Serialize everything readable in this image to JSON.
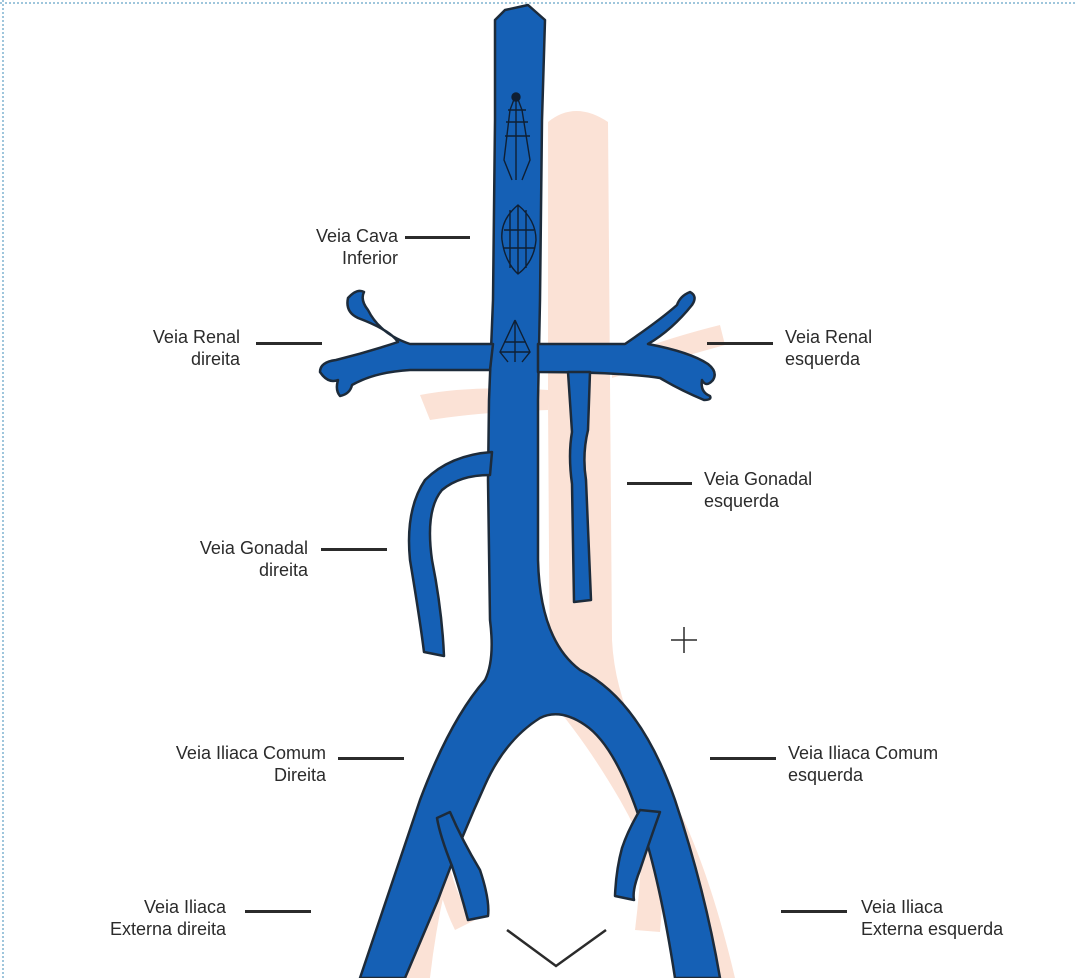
{
  "colors": {
    "vein": "#1560b5",
    "vein_outline": "#1d2b3a",
    "artery": "#fbe2d6",
    "text": "#2b2b2b"
  },
  "labels": {
    "ivc": {
      "line1": "Veia Cava",
      "line2": "Inferior"
    },
    "renal_right": {
      "line1": "Veia Renal",
      "line2": "direita"
    },
    "renal_left": {
      "line1": "Veia Renal",
      "line2": "esquerda"
    },
    "gonadal_left": {
      "line1": "Veia Gonadal",
      "line2": "esquerda"
    },
    "gonadal_right": {
      "line1": "Veia Gonadal",
      "line2": "direita"
    },
    "iliac_common_right": {
      "line1": "Veia Iliaca Comum",
      "line2": "Direita"
    },
    "iliac_common_left": {
      "line1": "Veia Iliaca Comum",
      "line2": "esquerda"
    },
    "iliac_external_right": {
      "line1": "Veia Iliaca",
      "line2": "Externa direita"
    },
    "iliac_external_left": {
      "line1": "Veia Iliaca",
      "line2": "Externa esquerda"
    }
  },
  "icons": [
    "vena-cava-filter-icon",
    "crosshair-icon"
  ]
}
